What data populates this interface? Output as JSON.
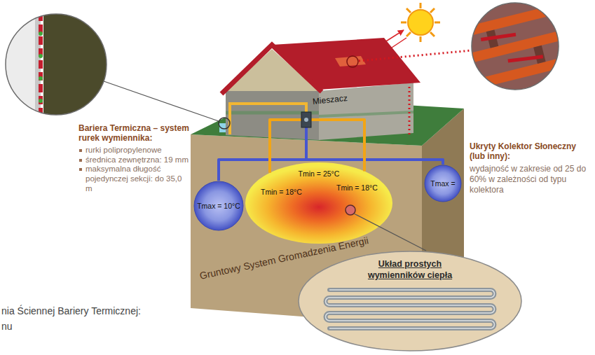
{
  "diagram": {
    "nodes": [
      {
        "text": [
          "Gruntowy System Gromadzenia Energii"
        ]
      },
      {
        "text": [
          "Tmax = 10°C"
        ],
        "in": 0
      },
      {
        "text": [
          "Tmin = 25°C",
          "Tmin = 18°C",
          "Tmin = 18°C"
        ],
        "in": 0
      },
      {
        "text": [
          "Tmax ="
        ],
        "in": 0
      },
      {
        "text": [
          "Mieszacz"
        ]
      },
      {
        "text": [
          "Układ prostych wymienników ciepła"
        ]
      }
    ],
    "edges": [
      {
        "from": 4,
        "to": 1,
        "arrow": "none"
      },
      {
        "from": 4,
        "to": 3,
        "arrow": "none"
      },
      {
        "from": 4,
        "to": 2,
        "arrow": "none"
      },
      {
        "from": 4,
        "to": 2,
        "arrow": "none"
      }
    ],
    "labels": [
      "Bariera Termiczna – system rurek wymiennika:",
      "rurki polipropylenowe",
      "średnica zewnętrzna: 19 mm",
      "maksymalna długość pojedynczej sekcji: do 35,0 m",
      "Ukryty Kolektor Słoneczny (lub inny):",
      "wydajność w zakresie od 25 do 60% w zależności od typu kolektora",
      "nia Ściennej Bariery Termicznej:",
      "nu"
    ]
  }
}
